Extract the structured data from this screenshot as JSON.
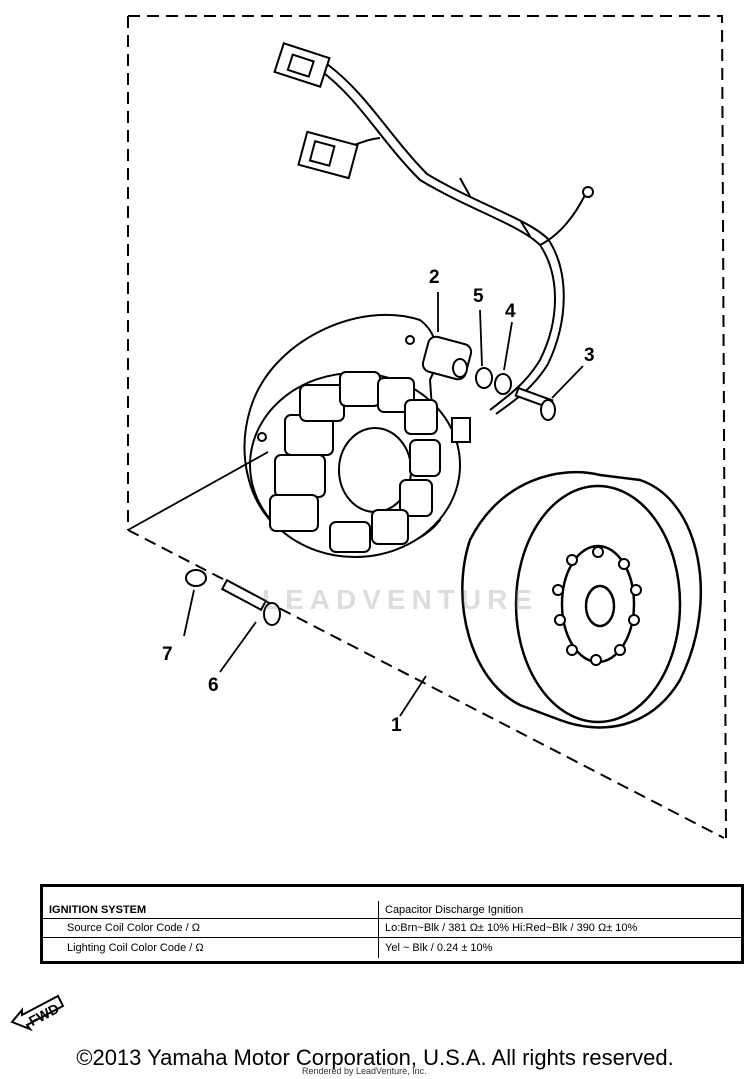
{
  "part_numbers": [
    "1",
    "2",
    "3",
    "4",
    "5",
    "6",
    "7"
  ],
  "watermark": "LEADVENTURE",
  "spec_table": {
    "header_label": "IGNITION SYSTEM",
    "header_value": "Capacitor Discharge Ignition",
    "rows": [
      {
        "label": "Source Coil Color Code / Ω",
        "value": "Lo:Brn~Blk / 381 Ω± 10%   Hi:Red~Blk / 390 Ω± 10%"
      },
      {
        "label": "Lighting Coil Color Code / Ω",
        "value": "Yel ~ Blk / 0.24 ± 10%"
      }
    ]
  },
  "fwd_label": "FWD",
  "copyright": "©2013 Yamaha Motor Corporation, U.S.A. All rights reserved.",
  "rendered_by": "Rendered by LeadVenture, Inc."
}
